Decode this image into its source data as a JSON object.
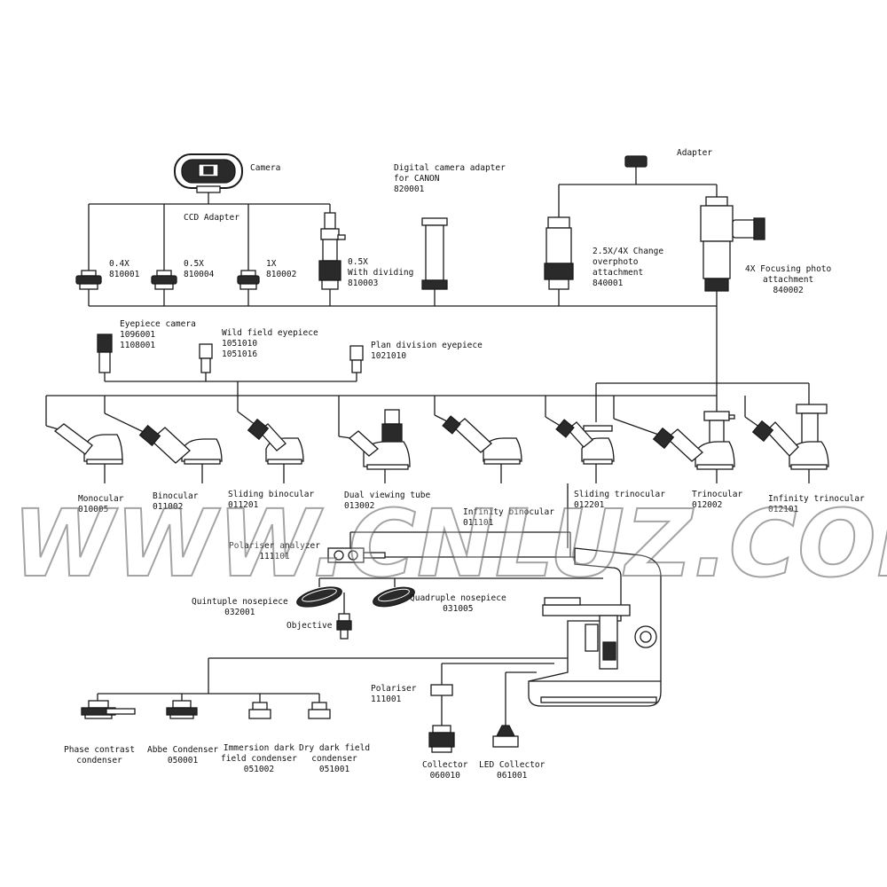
{
  "labels": {
    "camera": "Camera",
    "ccd_adapter": "CCD Adapter",
    "a04x_name": "0.4X",
    "a04x_code": "810001",
    "a05x_name": "0.5X",
    "a05x_code": "810004",
    "a1x_name": "1X",
    "a1x_code": "810002",
    "a05xd_name": "0.5X",
    "a05xd_desc": "With dividing",
    "a05xd_code": "810003",
    "canon_l1": "Digital camera adapter",
    "canon_l2": "for CANON",
    "canon_code": "820001",
    "adapter": "Adapter",
    "change_l1": "2.5X/4X Change",
    "change_l2": "overphoto",
    "change_l3": "attachment",
    "change_code": "840001",
    "focus_l1": "4X Focusing photo",
    "focus_l2": "attachment",
    "focus_code": "840002",
    "eyecam_name": "Eyepiece camera",
    "eyecam_code1": "1096001",
    "eyecam_code2": "1108001",
    "wide_name": "Wild field eyepiece",
    "wide_code1": "1051010",
    "wide_code2": "1051016",
    "plan_name": "Plan division eyepiece",
    "plan_code": "1021010",
    "mono_name": "Monocular",
    "mono_code": "010005",
    "bino_name": "Binocular",
    "bino_code": "011002",
    "slbino_name": "Sliding binocular",
    "slbino_code": "011201",
    "dual_name": "Dual viewing tube",
    "dual_code": "013002",
    "inf_bino_name": "Infinity binocular",
    "inf_bino_code": "011101",
    "sltri_name": "Sliding trinocular",
    "sltri_code": "012201",
    "tri_name": "Trinocular",
    "tri_code": "012002",
    "inf_tri_name": "Infinity trinocular",
    "inf_tri_code": "012101",
    "pol_an_name": "Polariser analyzer",
    "pol_an_code": "111101",
    "quint_name": "Quintuple nosepiece",
    "quint_code": "032001",
    "quad_name": "Quadruple nosepiece",
    "quad_code": "031005",
    "objective": "Objective",
    "polariser_name": "Polariser",
    "polariser_code": "111001",
    "phase_l1": "Phase contrast",
    "phase_l2": "condenser",
    "abbe_name": "Abbe Condenser",
    "abbe_code": "050001",
    "imm_l1": "Immersion dark",
    "imm_l2": "field condenser",
    "imm_code": "051002",
    "dry_l1": "Dry dark field",
    "dry_l2": "condenser",
    "dry_code": "051001",
    "collector_name": "Collector",
    "collector_code": "060010",
    "led_name": "LED Collector",
    "led_code": "061001"
  },
  "watermark": "WWW.CNLUZ.COM",
  "colors": {
    "line": "#1a1a1a",
    "fill_dark": "#2a2a2a",
    "fill_light": "#ffffff",
    "watermark_stroke": "#5a5a5a"
  }
}
